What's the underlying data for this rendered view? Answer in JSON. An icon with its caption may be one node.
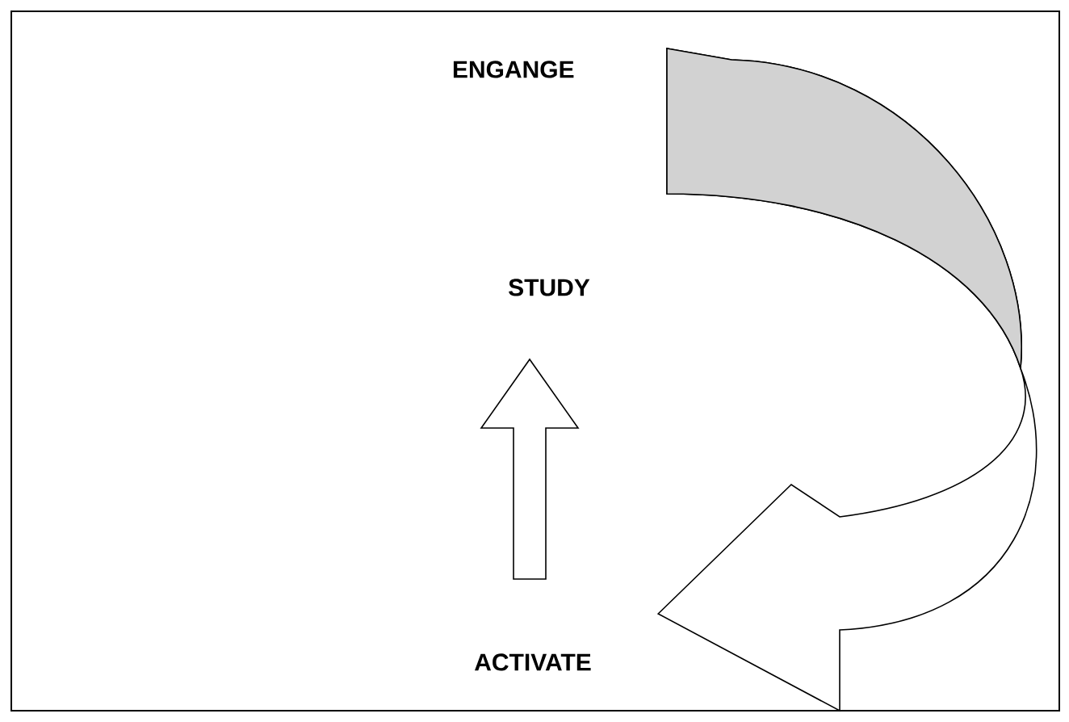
{
  "diagram": {
    "nodes": [
      {
        "text": [
          "ENGANGE"
        ]
      },
      {
        "text": [
          "STUDY"
        ]
      },
      {
        "text": [
          "ACTIVATE"
        ]
      }
    ],
    "edges": [
      {
        "from": 0,
        "to": 2,
        "arrow": "to"
      },
      {
        "from": 2,
        "to": 1,
        "arrow": "to"
      }
    ]
  }
}
